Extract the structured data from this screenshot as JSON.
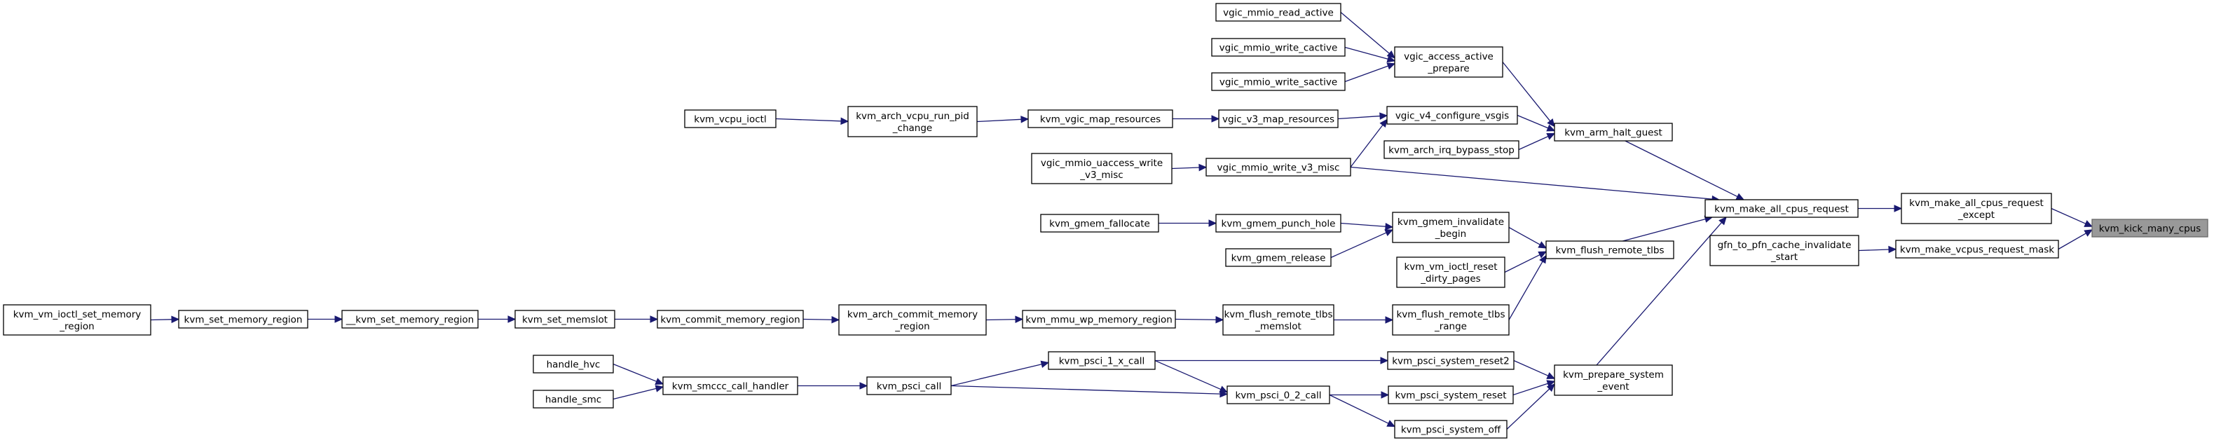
{
  "graph": {
    "root": "kvm_kick_many_cpus",
    "nodes": [
      {
        "id": "kvm_kick_many_cpus",
        "lines": [
          "kvm_kick_many_cpus"
        ],
        "highlight": true
      },
      {
        "id": "kvm_make_all_cpus_request_except",
        "lines": [
          "kvm_make_all_cpus_request",
          "_except"
        ]
      },
      {
        "id": "kvm_make_vcpus_request_mask",
        "lines": [
          "kvm_make_vcpus_request_mask"
        ]
      },
      {
        "id": "kvm_make_all_cpus_request",
        "lines": [
          "kvm_make_all_cpus_request"
        ]
      },
      {
        "id": "gfn_to_pfn_cache_invalidate_start",
        "lines": [
          "gfn_to_pfn_cache_invalidate",
          "_start"
        ]
      },
      {
        "id": "kvm_arm_halt_guest",
        "lines": [
          "kvm_arm_halt_guest"
        ]
      },
      {
        "id": "kvm_flush_remote_tlbs",
        "lines": [
          "kvm_flush_remote_tlbs"
        ]
      },
      {
        "id": "kvm_prepare_system_event",
        "lines": [
          "kvm_prepare_system",
          "_event"
        ]
      },
      {
        "id": "vgic_access_active_prepare",
        "lines": [
          "vgic_access_active",
          "_prepare"
        ]
      },
      {
        "id": "vgic_v4_configure_vsgis",
        "lines": [
          "vgic_v4_configure_vsgis"
        ]
      },
      {
        "id": "kvm_arch_irq_bypass_stop",
        "lines": [
          "kvm_arch_irq_bypass_stop"
        ]
      },
      {
        "id": "vgic_mmio_write_v3_misc",
        "lines": [
          "vgic_mmio_write_v3_misc"
        ]
      },
      {
        "id": "kvm_gmem_invalidate_begin",
        "lines": [
          "kvm_gmem_invalidate",
          "_begin"
        ]
      },
      {
        "id": "kvm_vm_ioctl_reset_dirty_pages",
        "lines": [
          "kvm_vm_ioctl_reset",
          "_dirty_pages"
        ]
      },
      {
        "id": "kvm_flush_remote_tlbs_range",
        "lines": [
          "kvm_flush_remote_tlbs",
          "_range"
        ]
      },
      {
        "id": "kvm_psci_system_reset2",
        "lines": [
          "kvm_psci_system_reset2"
        ]
      },
      {
        "id": "kvm_psci_system_reset",
        "lines": [
          "kvm_psci_system_reset"
        ]
      },
      {
        "id": "kvm_psci_system_off",
        "lines": [
          "kvm_psci_system_off"
        ]
      },
      {
        "id": "vgic_mmio_read_active",
        "lines": [
          "vgic_mmio_read_active"
        ]
      },
      {
        "id": "vgic_mmio_write_cactive",
        "lines": [
          "vgic_mmio_write_cactive"
        ]
      },
      {
        "id": "vgic_mmio_write_sactive",
        "lines": [
          "vgic_mmio_write_sactive"
        ]
      },
      {
        "id": "vgic_v3_map_resources",
        "lines": [
          "vgic_v3_map_resources"
        ]
      },
      {
        "id": "vgic_mmio_uaccess_write_v3_misc",
        "lines": [
          "vgic_mmio_uaccess_write",
          "_v3_misc"
        ]
      },
      {
        "id": "kvm_gmem_punch_hole",
        "lines": [
          "kvm_gmem_punch_hole"
        ]
      },
      {
        "id": "kvm_gmem_release",
        "lines": [
          "kvm_gmem_release"
        ]
      },
      {
        "id": "kvm_flush_remote_tlbs_memslot",
        "lines": [
          "kvm_flush_remote_tlbs",
          "_memslot"
        ]
      },
      {
        "id": "kvm_psci_1_x_call",
        "lines": [
          "kvm_psci_1_x_call"
        ]
      },
      {
        "id": "kvm_psci_0_2_call",
        "lines": [
          "kvm_psci_0_2_call"
        ]
      },
      {
        "id": "kvm_vgic_map_resources",
        "lines": [
          "kvm_vgic_map_resources"
        ]
      },
      {
        "id": "kvm_gmem_fallocate",
        "lines": [
          "kvm_gmem_fallocate"
        ]
      },
      {
        "id": "kvm_mmu_wp_memory_region",
        "lines": [
          "kvm_mmu_wp_memory_region"
        ]
      },
      {
        "id": "kvm_psci_call",
        "lines": [
          "kvm_psci_call"
        ]
      },
      {
        "id": "kvm_arch_vcpu_run_pid_change",
        "lines": [
          "kvm_arch_vcpu_run_pid",
          "_change"
        ]
      },
      {
        "id": "kvm_arch_commit_memory_region",
        "lines": [
          "kvm_arch_commit_memory",
          "_region"
        ]
      },
      {
        "id": "kvm_smccc_call_handler",
        "lines": [
          "kvm_smccc_call_handler"
        ]
      },
      {
        "id": "kvm_vcpu_ioctl",
        "lines": [
          "kvm_vcpu_ioctl"
        ]
      },
      {
        "id": "kvm_commit_memory_region",
        "lines": [
          "kvm_commit_memory_region"
        ]
      },
      {
        "id": "handle_hvc",
        "lines": [
          "handle_hvc"
        ]
      },
      {
        "id": "handle_smc",
        "lines": [
          "handle_smc"
        ]
      },
      {
        "id": "kvm_set_memslot",
        "lines": [
          "kvm_set_memslot"
        ]
      },
      {
        "id": "__kvm_set_memory_region",
        "lines": [
          "__kvm_set_memory_region"
        ]
      },
      {
        "id": "kvm_set_memory_region",
        "lines": [
          "kvm_set_memory_region"
        ]
      },
      {
        "id": "kvm_vm_ioctl_set_memory_region",
        "lines": [
          "kvm_vm_ioctl_set_memory",
          "_region"
        ]
      }
    ],
    "edges": [
      {
        "from": "kvm_make_all_cpus_request_except",
        "to": "kvm_kick_many_cpus"
      },
      {
        "from": "kvm_make_vcpus_request_mask",
        "to": "kvm_kick_many_cpus"
      },
      {
        "from": "kvm_make_all_cpus_request",
        "to": "kvm_make_all_cpus_request_except"
      },
      {
        "from": "gfn_to_pfn_cache_invalidate_start",
        "to": "kvm_make_vcpus_request_mask"
      },
      {
        "from": "kvm_arm_halt_guest",
        "to": "kvm_make_all_cpus_request"
      },
      {
        "from": "kvm_flush_remote_tlbs",
        "to": "kvm_make_all_cpus_request"
      },
      {
        "from": "kvm_prepare_system_event",
        "to": "kvm_make_all_cpus_request"
      },
      {
        "from": "vgic_mmio_write_v3_misc",
        "to": "kvm_make_all_cpus_request"
      },
      {
        "from": "vgic_access_active_prepare",
        "to": "kvm_arm_halt_guest"
      },
      {
        "from": "vgic_v4_configure_vsgis",
        "to": "kvm_arm_halt_guest"
      },
      {
        "from": "kvm_arch_irq_bypass_stop",
        "to": "kvm_arm_halt_guest"
      },
      {
        "from": "kvm_gmem_invalidate_begin",
        "to": "kvm_flush_remote_tlbs"
      },
      {
        "from": "kvm_vm_ioctl_reset_dirty_pages",
        "to": "kvm_flush_remote_tlbs"
      },
      {
        "from": "kvm_flush_remote_tlbs_range",
        "to": "kvm_flush_remote_tlbs"
      },
      {
        "from": "kvm_psci_system_reset2",
        "to": "kvm_prepare_system_event"
      },
      {
        "from": "kvm_psci_system_reset",
        "to": "kvm_prepare_system_event"
      },
      {
        "from": "kvm_psci_system_off",
        "to": "kvm_prepare_system_event"
      },
      {
        "from": "vgic_mmio_read_active",
        "to": "vgic_access_active_prepare"
      },
      {
        "from": "vgic_mmio_write_cactive",
        "to": "vgic_access_active_prepare"
      },
      {
        "from": "vgic_mmio_write_sactive",
        "to": "vgic_access_active_prepare"
      },
      {
        "from": "vgic_v3_map_resources",
        "to": "vgic_v4_configure_vsgis"
      },
      {
        "from": "vgic_mmio_write_v3_misc",
        "to": "vgic_v4_configure_vsgis"
      },
      {
        "from": "vgic_mmio_uaccess_write_v3_misc",
        "to": "vgic_mmio_write_v3_misc"
      },
      {
        "from": "kvm_gmem_punch_hole",
        "to": "kvm_gmem_invalidate_begin"
      },
      {
        "from": "kvm_gmem_release",
        "to": "kvm_gmem_invalidate_begin"
      },
      {
        "from": "kvm_flush_remote_tlbs_memslot",
        "to": "kvm_flush_remote_tlbs_range"
      },
      {
        "from": "kvm_psci_1_x_call",
        "to": "kvm_psci_system_reset2"
      },
      {
        "from": "kvm_psci_0_2_call",
        "to": "kvm_psci_system_reset"
      },
      {
        "from": "kvm_psci_0_2_call",
        "to": "kvm_psci_system_off"
      },
      {
        "from": "kvm_vgic_map_resources",
        "to": "vgic_v3_map_resources"
      },
      {
        "from": "kvm_gmem_fallocate",
        "to": "kvm_gmem_punch_hole"
      },
      {
        "from": "kvm_mmu_wp_memory_region",
        "to": "kvm_flush_remote_tlbs_memslot"
      },
      {
        "from": "kvm_psci_call",
        "to": "kvm_psci_1_x_call"
      },
      {
        "from": "kvm_psci_call",
        "to": "kvm_psci_0_2_call"
      },
      {
        "from": "kvm_psci_1_x_call",
        "to": "kvm_psci_0_2_call"
      },
      {
        "from": "kvm_arch_vcpu_run_pid_change",
        "to": "kvm_vgic_map_resources"
      },
      {
        "from": "kvm_arch_commit_memory_region",
        "to": "kvm_mmu_wp_memory_region"
      },
      {
        "from": "kvm_smccc_call_handler",
        "to": "kvm_psci_call"
      },
      {
        "from": "kvm_vcpu_ioctl",
        "to": "kvm_arch_vcpu_run_pid_change"
      },
      {
        "from": "kvm_commit_memory_region",
        "to": "kvm_arch_commit_memory_region"
      },
      {
        "from": "handle_hvc",
        "to": "kvm_smccc_call_handler"
      },
      {
        "from": "handle_smc",
        "to": "kvm_smccc_call_handler"
      },
      {
        "from": "kvm_set_memslot",
        "to": "kvm_commit_memory_region"
      },
      {
        "from": "__kvm_set_memory_region",
        "to": "kvm_set_memslot"
      },
      {
        "from": "kvm_set_memory_region",
        "to": "__kvm_set_memory_region"
      },
      {
        "from": "kvm_vm_ioctl_set_memory_region",
        "to": "kvm_set_memory_region"
      }
    ]
  }
}
